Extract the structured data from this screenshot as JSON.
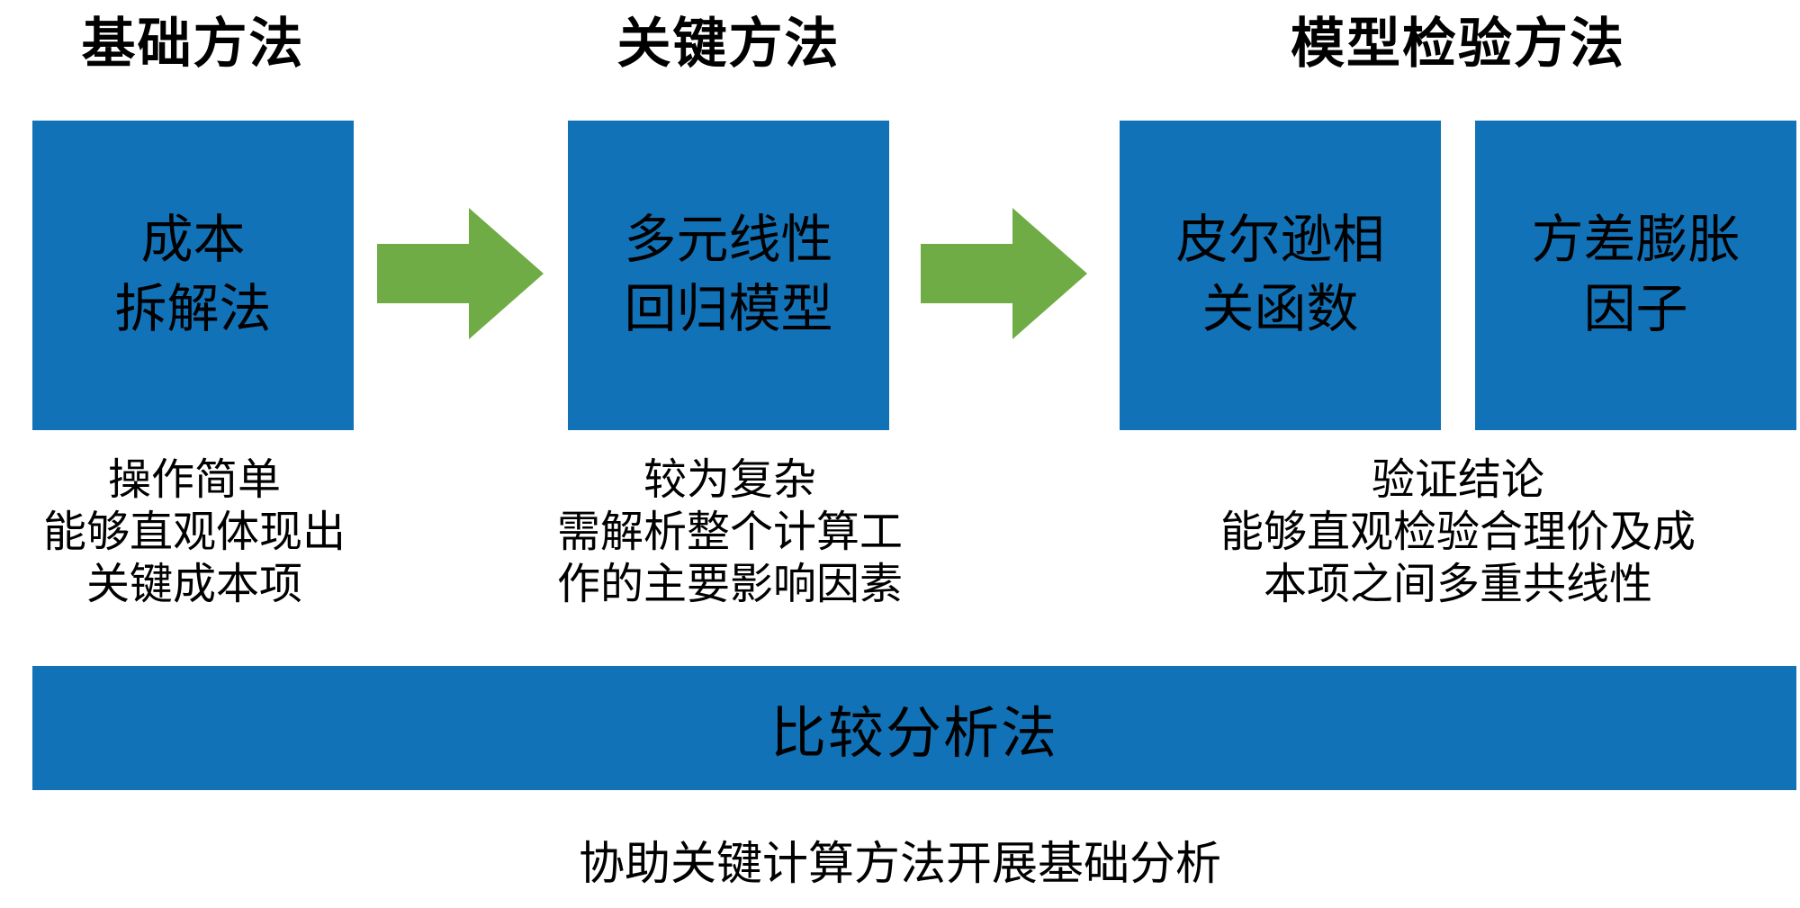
{
  "colors": {
    "box_blue": "#1272B8",
    "arrow_green": "#6FAC46",
    "text": "#000000",
    "background": "#FFFFFF"
  },
  "columns": [
    {
      "header": "基础方法",
      "boxes": [
        {
          "lines": [
            "成本",
            "拆解法"
          ]
        }
      ],
      "description": [
        "操作简单",
        "能够直观体现出",
        "关键成本项"
      ]
    },
    {
      "header": "关键方法",
      "boxes": [
        {
          "lines": [
            "多元线性",
            "回归模型"
          ]
        }
      ],
      "description": [
        "较为复杂",
        "需解析整个计算工",
        "作的主要影响因素"
      ]
    },
    {
      "header": "模型检验方法",
      "boxes": [
        {
          "lines": [
            "皮尔逊相",
            "关函数"
          ]
        },
        {
          "lines": [
            "方差膨胀",
            "因子"
          ]
        }
      ],
      "description": [
        "验证结论",
        "能够直观检验合理价及成",
        "本项之间多重共线性"
      ]
    }
  ],
  "bottom_bar": {
    "label": "比较分析法"
  },
  "footer": {
    "text": "协助关键计算方法开展基础分析"
  }
}
